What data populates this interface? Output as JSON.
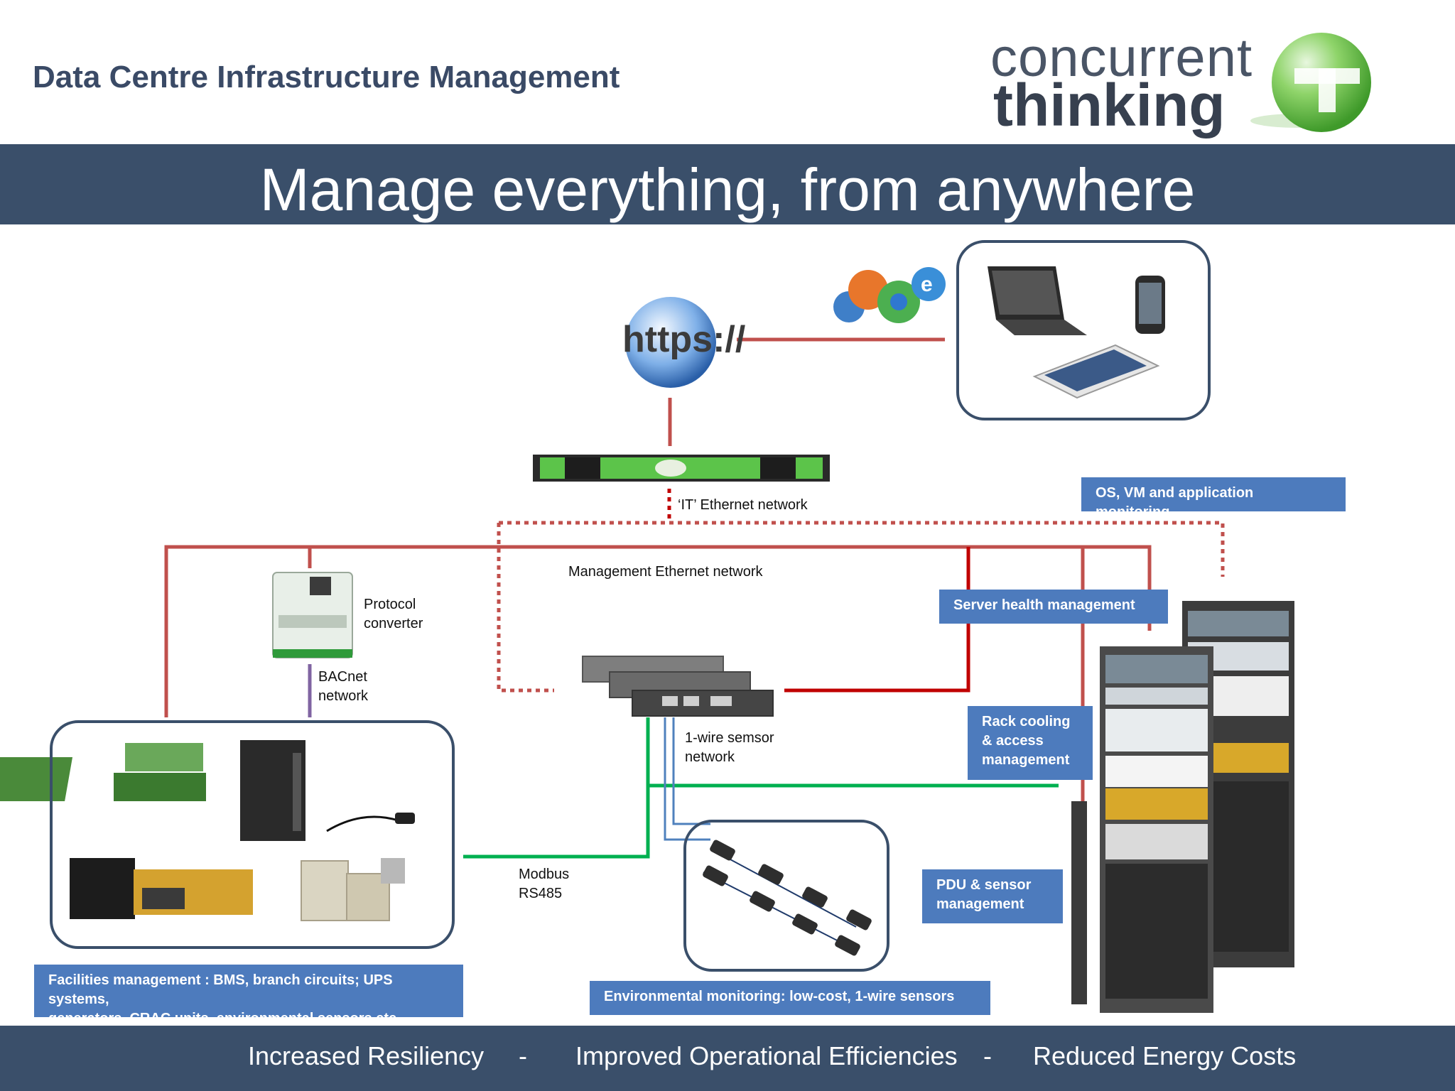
{
  "header": {
    "title": "Data Centre Infrastructure Management"
  },
  "logo": {
    "line1": "concurrent",
    "line2": "thinking",
    "accent": "#6cc24a"
  },
  "banner": {
    "title": "Manage everything, from anywhere"
  },
  "diagram": {
    "https_label": "https://",
    "it_network": "‘IT’ Ethernet network",
    "management_network": "Management Ethernet network",
    "protocol_converter": [
      "Protocol",
      "converter"
    ],
    "bacnet": [
      "BACnet",
      "network"
    ],
    "one_wire": [
      "1-wire semsor",
      "network"
    ],
    "modbus": [
      "Modbus",
      "RS485"
    ],
    "labels": {
      "os_vm": "OS, VM and application monitoring",
      "server_health": "Server health management",
      "rack_cooling": [
        "Rack cooling",
        "& access",
        "management"
      ],
      "pdu_sensor": [
        "PDU & sensor",
        "management"
      ],
      "facilities": [
        "Facilities management : BMS, branch circuits; UPS systems,",
        "generators, CRAC units, environmental sensors etc.."
      ],
      "environmental": "Environmental monitoring: low-cost, 1-wire sensors"
    },
    "colors": {
      "red_line": "#c0504d",
      "dark_red_line": "#c00000",
      "green_line": "#00b050",
      "purple_line": "#8064a2",
      "blue_line": "#4f81bd",
      "label_bg": "#4d7bbd",
      "navy": "#3a4f6a"
    }
  },
  "footer": {
    "items": [
      "Increased Resiliency",
      "-",
      "Improved Operational Efficiencies",
      "-",
      "Reduced Energy Costs"
    ]
  }
}
